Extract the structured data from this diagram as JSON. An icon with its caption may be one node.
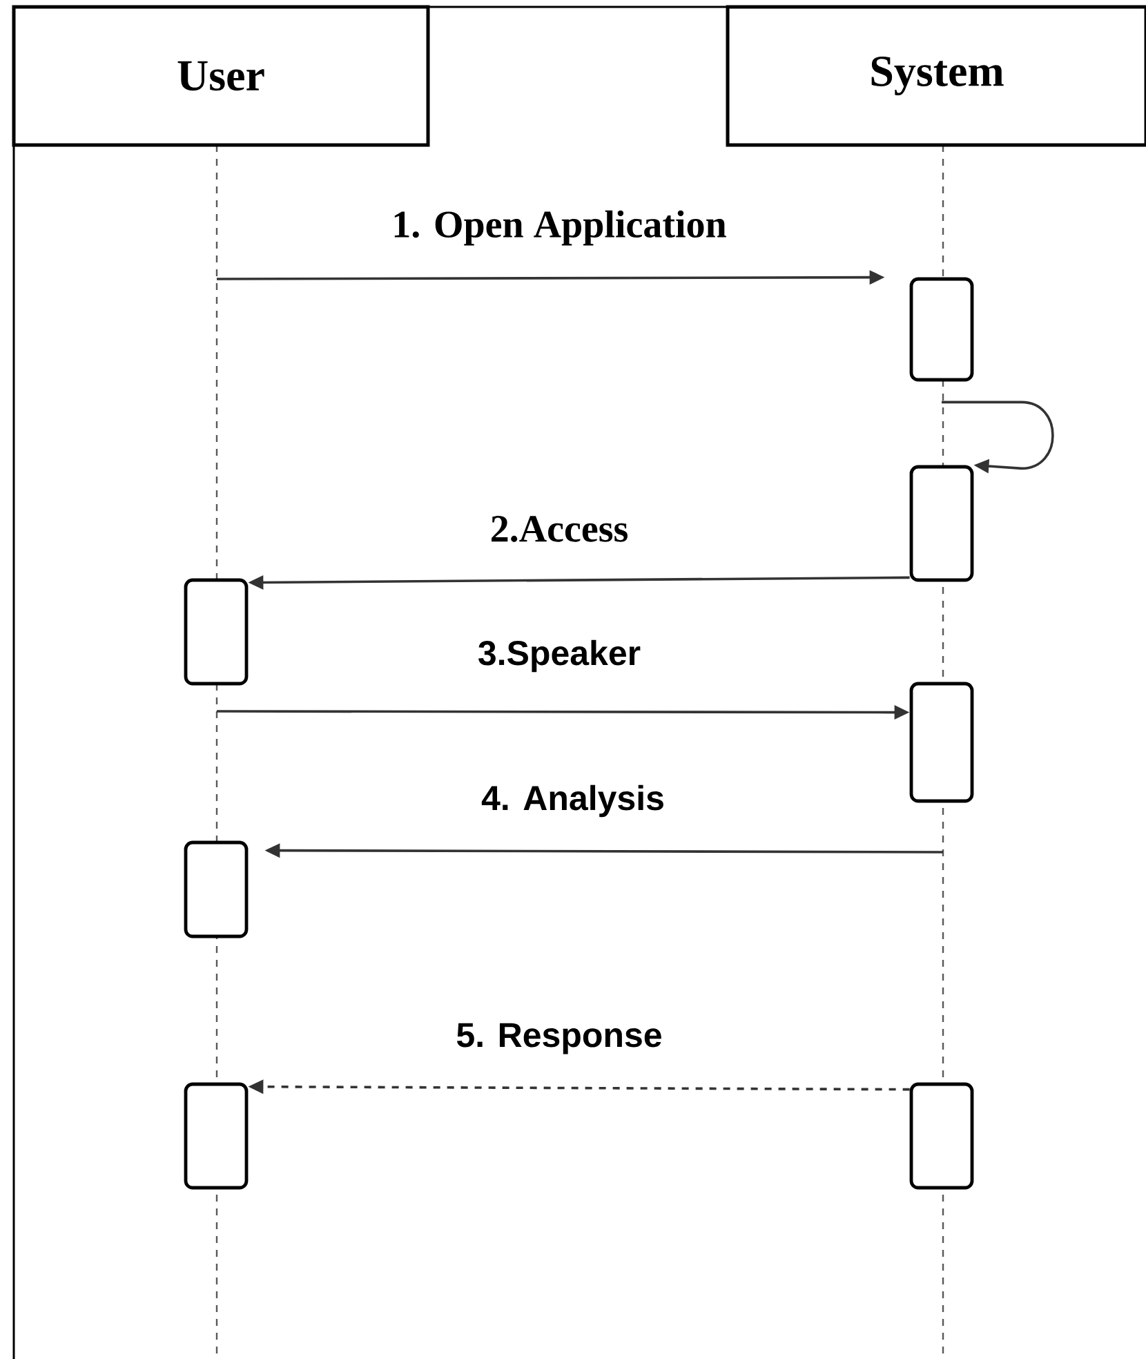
{
  "diagram": {
    "nodes": [
      {
        "text": [
          "User"
        ]
      },
      {
        "text": [
          "System"
        ]
      },
      {
        "text": [],
        "shape": "box"
      },
      {
        "text": [],
        "shape": "box"
      },
      {
        "text": [],
        "shape": "box"
      },
      {
        "text": [],
        "shape": "box"
      },
      {
        "text": [],
        "shape": "box"
      },
      {
        "text": [],
        "shape": "box"
      },
      {
        "text": [],
        "shape": "box"
      }
    ],
    "edges": [
      {
        "from": null,
        "to": 2,
        "arrow": "to",
        "label": "1. Open Application"
      },
      {
        "from": 2,
        "to": 3,
        "arrow": "to"
      },
      {
        "from": 3,
        "to": 4,
        "arrow": "to",
        "label": "2.Access"
      },
      {
        "from": null,
        "to": 5,
        "arrow": "to",
        "label": "3.Speaker"
      },
      {
        "from": null,
        "to": 6,
        "arrow": "to",
        "label": "4. Analysis"
      },
      {
        "from": 8,
        "to": 7,
        "arrow": "to",
        "label": "5. Response",
        "style": "dashed"
      }
    ]
  }
}
